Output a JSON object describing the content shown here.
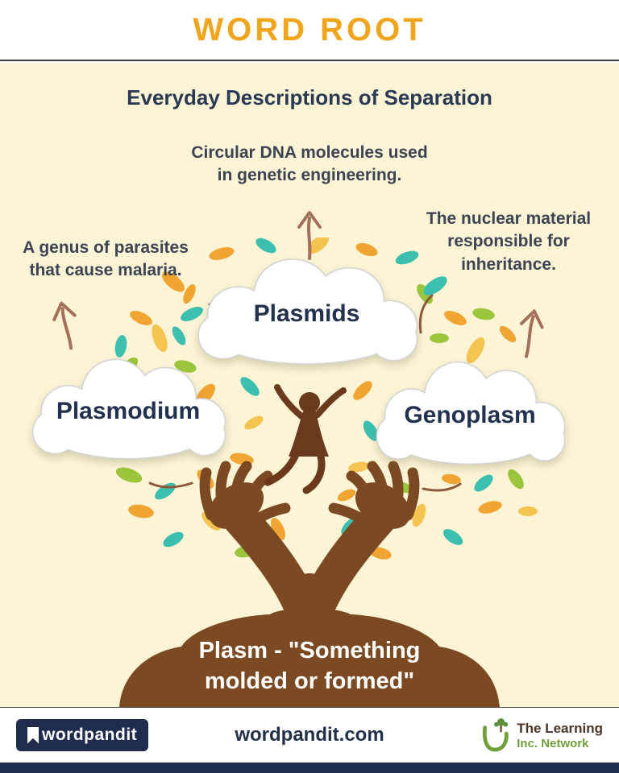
{
  "header": {
    "title": "WORD ROOT"
  },
  "subtitle": "Everyday Descriptions of Separation",
  "concepts": [
    {
      "word": "Plasmids",
      "description": "Circular DNA molecules used\nin genetic engineering."
    },
    {
      "word": "Plasmodium",
      "description": "A genus of parasites\nthat cause malaria."
    },
    {
      "word": "Genoplasm",
      "description": "The nuclear material\nresponsible for\ninheritance."
    }
  ],
  "root_meaning": {
    "text": "Plasm - \"Something\nmolded or formed\""
  },
  "footer": {
    "logo_text": "wordpandit",
    "website": "wordpandit.com",
    "network_line1": "The Learning",
    "network_line2": "Inc. Network"
  },
  "colors": {
    "accent_orange": "#F0A51B",
    "navy": "#22314E",
    "cream_background": "#FCF4D5",
    "arrow_brown": "#A4705B",
    "tree_brown": "#7B4A22",
    "leaf_teal": "#3CBFAE",
    "leaf_orange": "#F0A432",
    "leaf_gold": "#F5C34F",
    "leaf_green": "#9BC53D"
  }
}
